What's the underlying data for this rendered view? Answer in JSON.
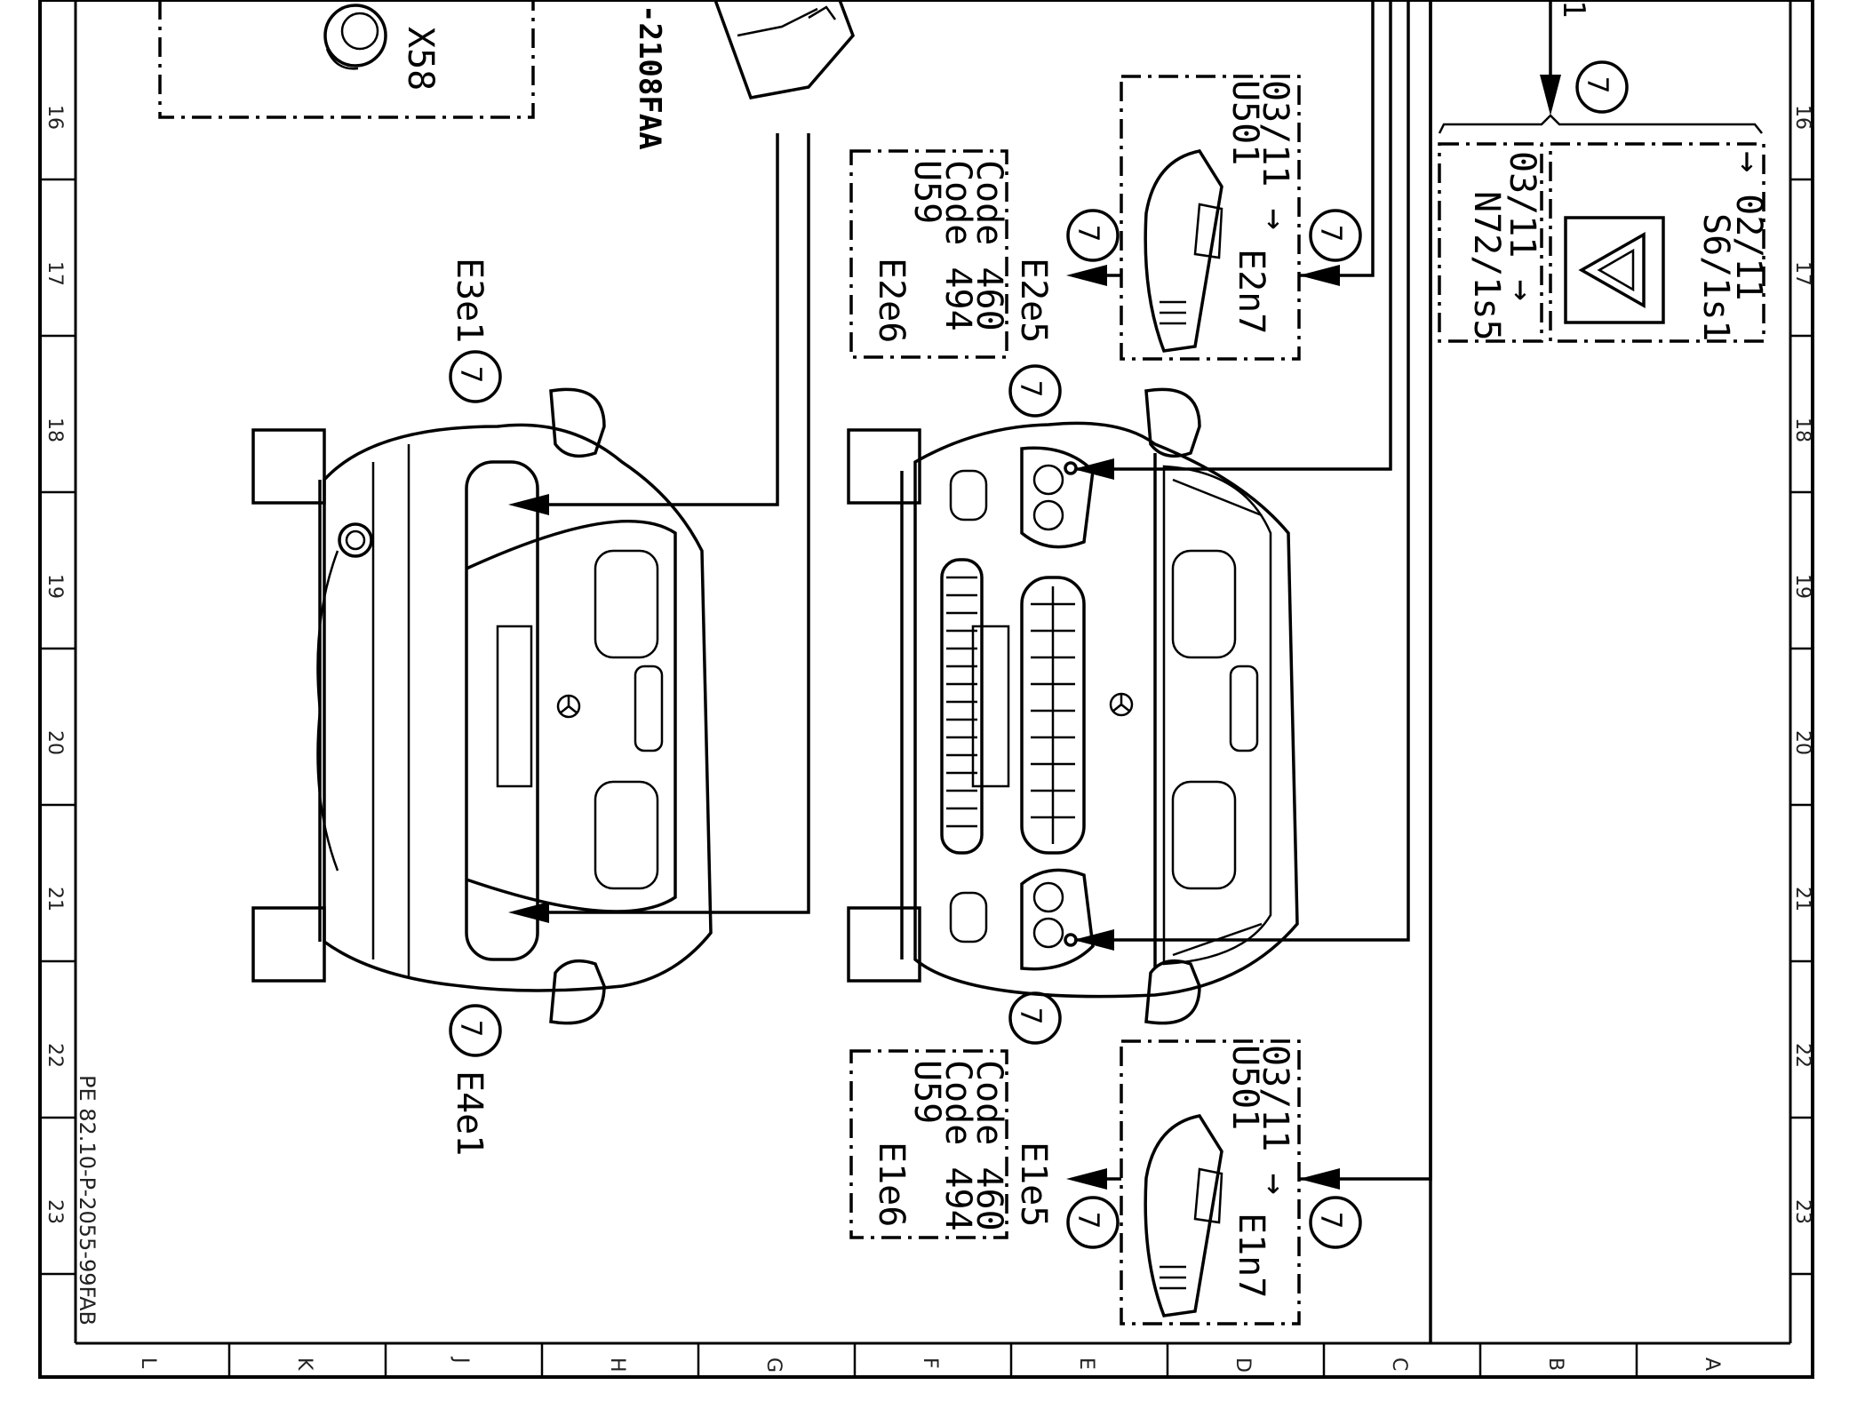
{
  "rows": [
    "16",
    "17",
    "18",
    "19",
    "20",
    "21",
    "22",
    "23"
  ],
  "columns": [
    "L",
    "K",
    "J",
    "H",
    "G",
    "F",
    "E",
    "D",
    "C",
    "B",
    "A"
  ],
  "ref_number": "7",
  "doc_id": "PE 82.10-P-2055-99FAB",
  "top_labels": {
    "x58": "X58",
    "part_no": "-2108FAA",
    "wire_1": "1"
  },
  "components": {
    "e3e1": "E3e1",
    "e4e1": "E4e1",
    "e2e5": "E2e5",
    "e1e5": "E1e5",
    "e2n7": "E2n7",
    "e1n7": "E1n7",
    "s6s1": "S6/1s1",
    "n72s5": "N72/1s5"
  },
  "box_texts": {
    "upper_lamp": {
      "line1": "03/11 →",
      "line2": "U501"
    },
    "lower_lamp": {
      "line1": "03/11 →",
      "line2": "U501"
    },
    "upper_code": {
      "line1": "Code  460",
      "line2": "Code  494",
      "line3": "U59",
      "line4": "E2e6"
    },
    "lower_code": {
      "line1": "Code  460",
      "line2": "Code  494",
      "line3": "U59",
      "line4": "E1e6"
    },
    "s6": "→ 02/11",
    "n72": "03/11 →"
  }
}
